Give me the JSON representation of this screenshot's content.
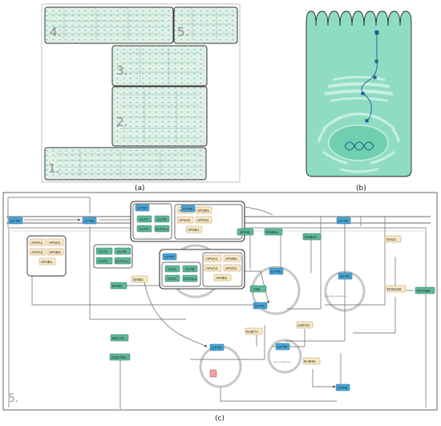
{
  "panel_a": {
    "label": "(a)",
    "regions": [
      "4.",
      "5.",
      "3.",
      "2.",
      "1."
    ]
  },
  "panel_b": {
    "label": "(b)"
  },
  "panel_c": {
    "label": "(c)",
    "region_number": "5.",
    "nodes": {
      "cftr": "CFTR",
      "ap2a1": "AP2A1",
      "ap2m1": "AP2M1",
      "ap2a2": "AP2A2",
      "ap2s1": "AP2S1",
      "ap2b1": "AP2B1",
      "clta": "CLTA",
      "cltb": "CLTB",
      "cltc": "CLTC",
      "cltcl1": "CLTCL1",
      "myh6": "MYH6",
      "rab5a": "RAB5A",
      "rab4a": "RAB4A",
      "ehd1": "EHD1",
      "rab11b": "RAB11B",
      "myo5b": "MYO5B",
      "dab2": "DAB2",
      "dnm1": "DNM1",
      "cbl": "CBL",
      "usp10": "USP10",
      "rab7a": "RAB7A",
      "rab9a": "RAB9A",
      "becn1": "BECN1",
      "sqstm1": "SQSTM1"
    }
  },
  "colors": {
    "panel_fill": "#dff3ec",
    "cell_fill": "#8fdcc2",
    "cftr_blue": "#4aa6d8",
    "green_node": "#5fb89a",
    "tan_node": "#fbe9c4",
    "frame": "#555555"
  }
}
